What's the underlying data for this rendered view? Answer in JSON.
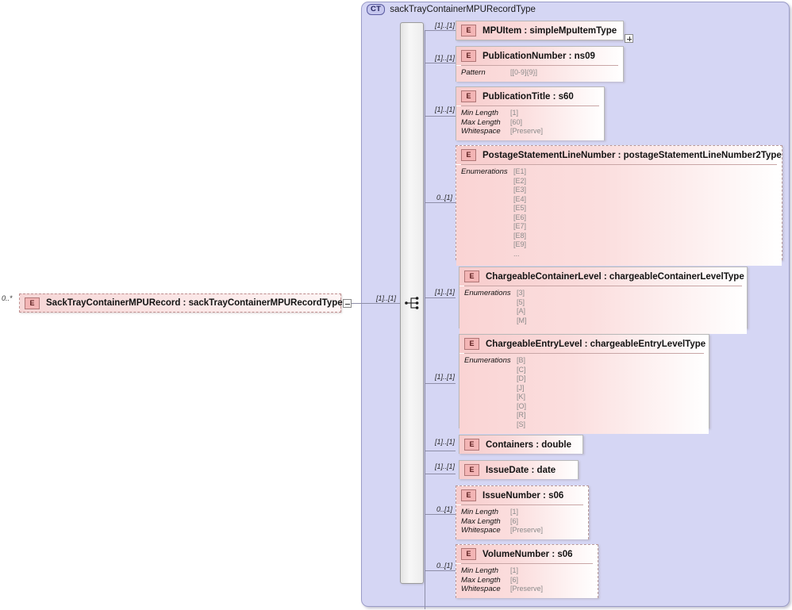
{
  "diagram": {
    "kind": "xml-schema-element-tree",
    "root_element": {
      "badge": "E",
      "label": "SackTrayContainerMPURecord : sackTrayContainerMPURecordType",
      "occurs": "0..*",
      "toggle": "minus"
    },
    "complex_type": {
      "badge": "CT",
      "name": "sackTrayContainerMPURecordType",
      "compositor": "sequence"
    },
    "children": [
      {
        "badge": "E",
        "label": "MPUItem : simpleMpuItemType",
        "occurs": "[1]..[1]",
        "style": "solid",
        "toggle": "plus",
        "facets": []
      },
      {
        "badge": "E",
        "label": "PublicationNumber : ns09",
        "occurs": "[1]..[1]",
        "style": "solid",
        "facets": [
          {
            "name": "Pattern",
            "value": "[[0-9]{9}]"
          }
        ]
      },
      {
        "badge": "E",
        "label": "PublicationTitle : s60",
        "occurs": "[1]..[1]",
        "style": "solid",
        "facets": [
          {
            "name": "Min Length",
            "value": "[1]"
          },
          {
            "name": "Max Length",
            "value": "[60]"
          },
          {
            "name": "Whitespace",
            "value": "[Preserve]"
          }
        ]
      },
      {
        "badge": "E",
        "label": "PostageStatementLineNumber : postageStatementLineNumber2Type",
        "occurs": "0..[1]",
        "style": "dashed",
        "enum_label": "Enumerations",
        "enumerations": [
          "[E1]",
          "[E2]",
          "[E3]",
          "[E4]",
          "[E5]",
          "[E6]",
          "[E7]",
          "[E8]",
          "[E9]",
          "..."
        ]
      },
      {
        "badge": "E",
        "label": "ChargeableContainerLevel : chargeableContainerLevelType",
        "occurs": "[1]..[1]",
        "style": "solid",
        "enum_label": "Enumerations",
        "enumerations": [
          "[3]",
          "[5]",
          "[A]",
          "[M]"
        ]
      },
      {
        "badge": "E",
        "label": "ChargeableEntryLevel : chargeableEntryLevelType",
        "occurs": "[1]..[1]",
        "style": "solid",
        "enum_label": "Enumerations",
        "enumerations": [
          "[B]",
          "[C]",
          "[D]",
          "[J]",
          "[K]",
          "[O]",
          "[R]",
          "[S]"
        ]
      },
      {
        "badge": "E",
        "label": "Containers : double",
        "occurs": "[1]..[1]",
        "style": "solid",
        "facets": []
      },
      {
        "badge": "E",
        "label": "IssueDate : date",
        "occurs": "[1]..[1]",
        "style": "solid",
        "facets": []
      },
      {
        "badge": "E",
        "label": "IssueNumber : s06",
        "occurs": "0..[1]",
        "style": "dashed",
        "facets": [
          {
            "name": "Min Length",
            "value": "[1]"
          },
          {
            "name": "Max Length",
            "value": "[6]"
          },
          {
            "name": "Whitespace",
            "value": "[Preserve]"
          }
        ]
      },
      {
        "badge": "E",
        "label": "VolumeNumber : s06",
        "occurs": "0..[1]",
        "style": "dashed",
        "facets": [
          {
            "name": "Min Length",
            "value": "[1]"
          },
          {
            "name": "Max Length",
            "value": "[6]"
          },
          {
            "name": "Whitespace",
            "value": "[Preserve]"
          }
        ]
      }
    ],
    "root_connector_occurs": "[1]..[1]",
    "colors": {
      "container_bg": "#d5d6f4",
      "container_border": "#9b9cc8",
      "element_accent": "#f3b5b5",
      "element_border": "#b07676",
      "line": "#8e8ea8",
      "facet_value": "#8a8a8a"
    }
  }
}
